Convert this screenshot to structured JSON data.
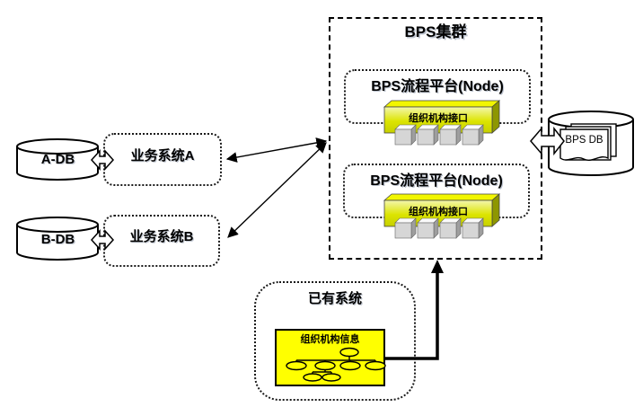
{
  "cluster": {
    "title": "BPS集群",
    "nodes": [
      {
        "title": "BPS流程平台(Node)",
        "interface_label": "组织机构接口"
      },
      {
        "title": "BPS流程平台(Node)",
        "interface_label": "组织机构接口"
      }
    ]
  },
  "systems": [
    {
      "db_label": "A-DB",
      "name": "业务系统A"
    },
    {
      "db_label": "B-DB",
      "name": "业务系统B"
    }
  ],
  "bps_db": {
    "label": "BPS DB"
  },
  "existing_system": {
    "title": "已有系统",
    "info_label": "组织机构信息"
  },
  "colors": {
    "component_face_yellow": "#ccd500",
    "component_side_olive": "#8e9700",
    "component_top_light": "#f2f600",
    "info_box_yellow": "#ffff00",
    "line_black": "#000000",
    "background": "#ffffff"
  }
}
